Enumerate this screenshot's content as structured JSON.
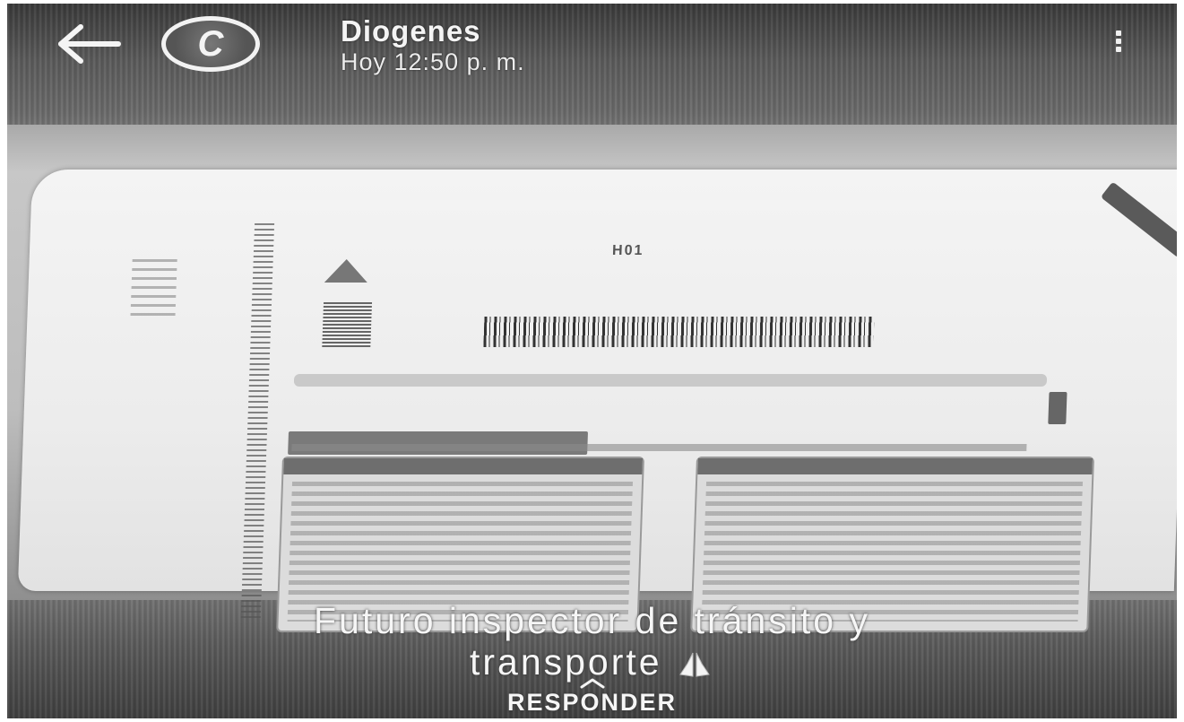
{
  "header": {
    "contact_name": "Diogenes",
    "timestamp": "Hoy 12:50 p. m.",
    "avatar_letter": "C",
    "back_icon": "arrow-left-icon",
    "menu_icon": "more-vertical-icon"
  },
  "photo": {
    "sheet_code": "H01"
  },
  "caption": {
    "line1": "Futuro inspector de tránsito y",
    "line2": "transporte",
    "emoji_icon": "praying-hands-icon"
  },
  "reply": {
    "label": "RESPONDER",
    "chevron_icon": "chevron-up-icon"
  }
}
